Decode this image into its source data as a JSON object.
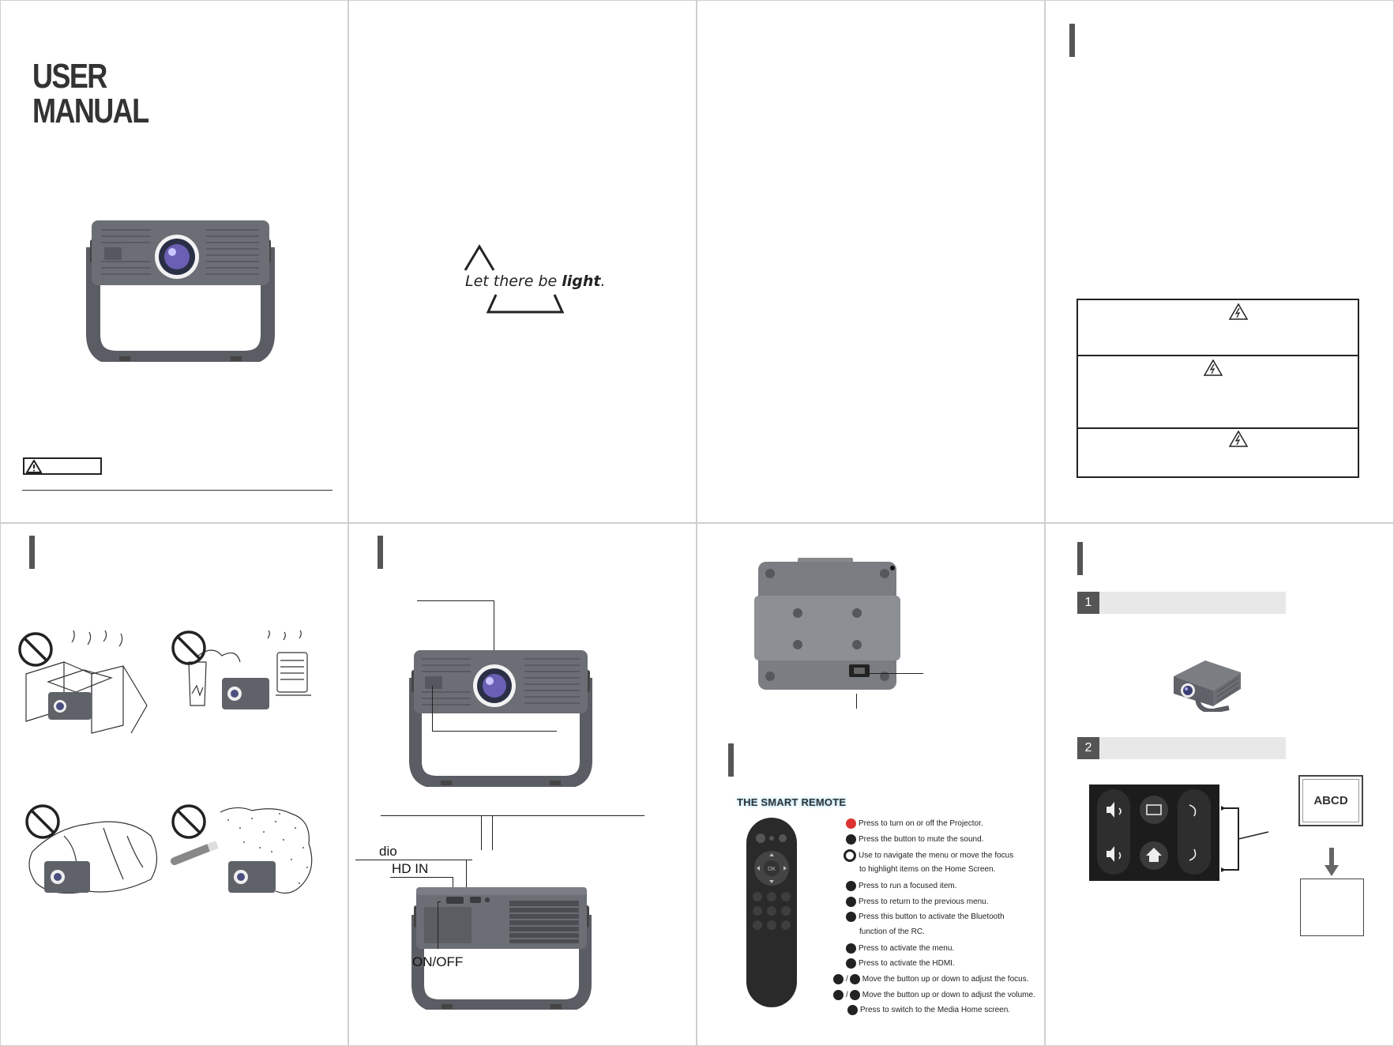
{
  "cover": {
    "title_line1": "USER",
    "title_line2": "MANUAL"
  },
  "logo": {
    "slogan_prefix": "Let there be ",
    "slogan_bold": "light",
    "slogan_suffix": "."
  },
  "ports": {
    "audio": "dio",
    "hdmi": "HD IN",
    "power": "ON/OFF"
  },
  "remote": {
    "title": "THE SMART REMOTE",
    "ok_label": "OK",
    "items": [
      "Press to turn on or off  the Projector.",
      "Press the button to mute the sound.",
      "Use to navigate the menu or move the focus",
      "to highlight items on the Home Screen.",
      "Press to run a focused item.",
      "Press to return to the previous menu.",
      "Press this button to activate the Bluetooth",
      "function of the RC.",
      "Press to activate the menu.",
      "Press to activate the HDMI.",
      "Move the button up or down to adjust the focus.",
      "Move the button up or down to adjust the volume.",
      "Press to switch to the Media Home screen."
    ]
  },
  "setup": {
    "step1": "1",
    "step2": "2",
    "abcd": "ABCD",
    "focus_sep": "/",
    "volume_sep": "/"
  }
}
